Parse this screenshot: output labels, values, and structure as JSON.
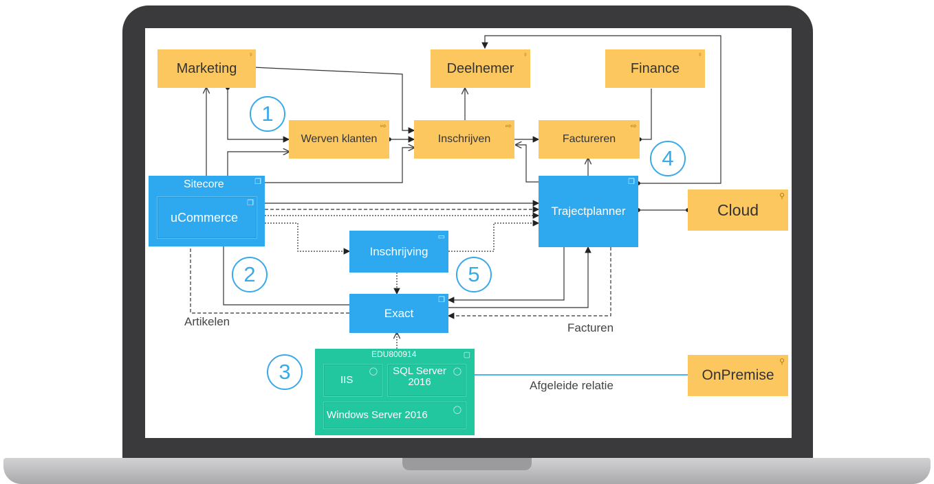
{
  "elements": {
    "marketing": "Marketing",
    "deelnemer": "Deelnemer",
    "finance": "Finance",
    "werven_klanten": "Werven klanten",
    "inschrijven": "Inschrijven",
    "factureren": "Factureren",
    "sitecore": "Sitecore",
    "ucommerce": "uCommerce",
    "trajectplanner": "Trajectplanner",
    "cloud": "Cloud",
    "inschrijving": "Inschrijving",
    "exact": "Exact",
    "node_name": "EDU800914",
    "iis": "IIS",
    "sql_server": "SQL Server 2016",
    "windows_server": "Windows Server 2016",
    "onpremise": "OnPremise"
  },
  "labels": {
    "artikelen": "Artikelen",
    "facturen": "Facturen",
    "afgeleide_relatie": "Afgeleide relatie"
  },
  "numbers": [
    "1",
    "2",
    "3",
    "4",
    "5"
  ],
  "icons": {
    "actor": "actor-icon",
    "process": "process-arrow-icon",
    "component": "component-icon",
    "interface": "interface-icon",
    "node": "node-icon",
    "system_software": "system-software-icon",
    "location": "location-icon"
  },
  "colors": {
    "business": "#fcc75f",
    "application": "#2ea9f0",
    "technology": "#22c7a0",
    "callout": "#39a9e8",
    "laptop": "#3a3a3c"
  }
}
